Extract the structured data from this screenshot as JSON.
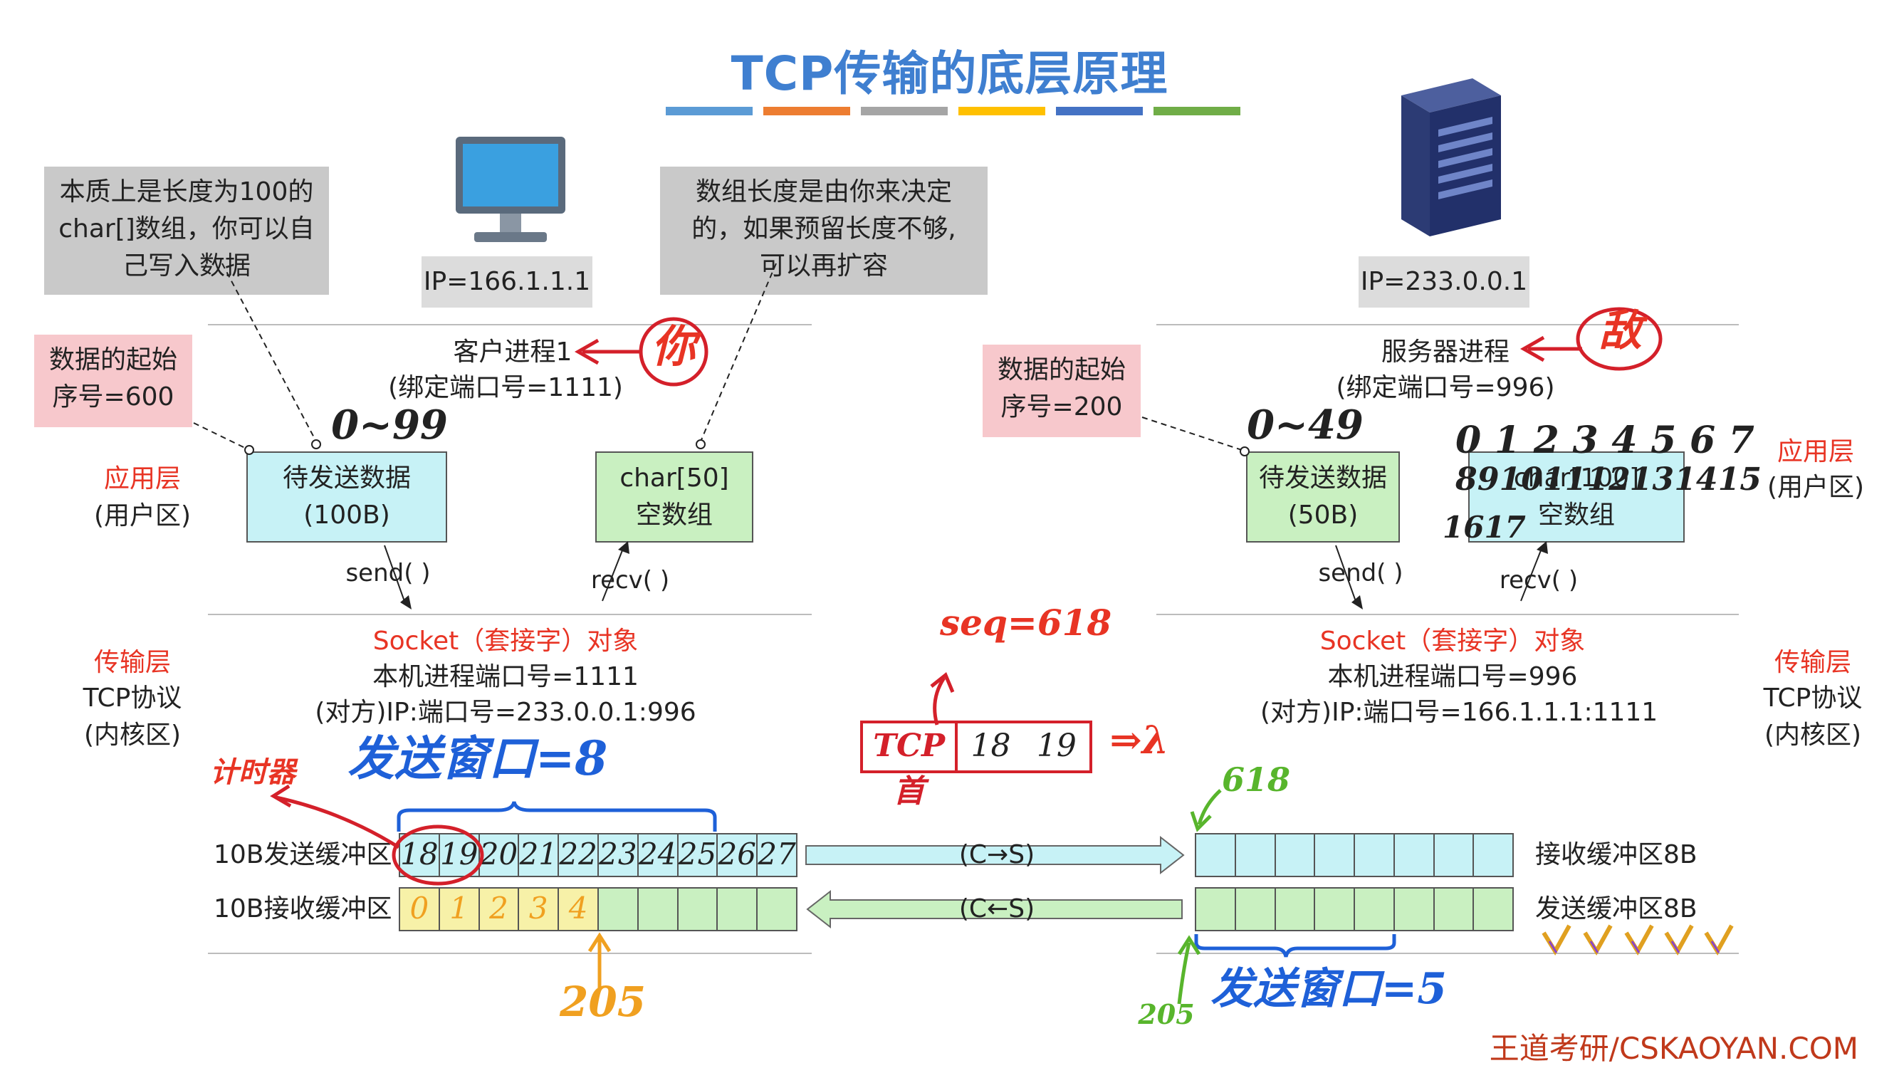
{
  "title": "TCP传输的底层原理",
  "title_bar_colors": [
    "#5b9bd5",
    "#ed7d31",
    "#a5a5a5",
    "#ffc000",
    "#4472c4",
    "#70ad47"
  ],
  "client": {
    "note_left": [
      "本质上是长度为100的",
      "char[]数组，你可以自",
      "己写入数据"
    ],
    "note_right": [
      "数组长度是由你来决定",
      "的，如果预留长度不够,",
      "可以再扩容"
    ],
    "computer_icon": "monitor-icon",
    "ip": "IP=166.1.1.1",
    "process": "客户进程1",
    "port_bind": "(绑定端口号=1111)",
    "start_seq": [
      "数据的起始",
      "序号=600"
    ],
    "app_layer": "应用层",
    "user_area": "(用户区)",
    "send_data": [
      "待发送数据",
      "(100B)"
    ],
    "range_label": "0~99",
    "recv_array": [
      "char[50]",
      "空数组"
    ],
    "send_call": "send( )",
    "recv_call": "recv( )",
    "transport_layer": "传输层",
    "tcp_protocol": "TCP协议",
    "kernel_area": "(内核区)",
    "socket_title": "Socket（套接字）对象",
    "local_port": "本机进程端口号=1111",
    "peer": "(对方)IP:端口号=233.0.0.1:996",
    "send_buffer_label": "10B发送缓冲区",
    "send_buffer_cells": [
      "18",
      "19",
      "20",
      "21",
      "22",
      "23",
      "24",
      "25",
      "26",
      "27"
    ],
    "recv_buffer_label": "10B接收缓冲区",
    "recv_buffer_cells": [
      "0",
      "1",
      "2",
      "3",
      "4",
      "",
      "",
      "",
      "",
      ""
    ],
    "timer_label": "计时器",
    "send_window": "发送窗口=8",
    "recv_marker": "205"
  },
  "server": {
    "server_icon": "server-icon",
    "ip": "IP=233.0.0.1",
    "process": "服务器进程",
    "port_bind": "(绑定端口号=996)",
    "start_seq": [
      "数据的起始",
      "序号=200"
    ],
    "send_data": [
      "待发送数据",
      "(50B)"
    ],
    "range_label": "0~49",
    "recv_array": [
      "char[100]",
      "空数组"
    ],
    "send_call": "send( )",
    "recv_call": "recv( )",
    "app_layer": "应用层",
    "user_area": "(用户区)",
    "transport_layer": "传输层",
    "tcp_protocol": "TCP协议",
    "kernel_area": "(内核区)",
    "socket_title": "Socket（套接字）对象",
    "local_port": "本机进程端口号=996",
    "peer": "(对方)IP:端口号=166.1.1.1:1111",
    "recv_buffer_label": "接收缓冲区8B",
    "send_buffer_label": "发送缓冲区8B",
    "recv_marker": "618",
    "send_marker": "205",
    "send_window": "发送窗口=5",
    "array_numbers_row1": [
      "0",
      "1",
      "2",
      "3",
      "4",
      "5",
      "6",
      "7"
    ],
    "array_numbers_row2": [
      "8",
      "9",
      "10",
      "11",
      "12",
      "13",
      "14",
      "15"
    ],
    "array_numbers_row3": [
      "16",
      "17"
    ]
  },
  "annotations": {
    "you": "你",
    "server_hand": "敌",
    "seq": "seq=618",
    "tcp_header": "TCP首",
    "packet_cells": [
      "18",
      "19"
    ],
    "packet_arrow": "⇒λ",
    "c_to_s": "(C→S)",
    "s_to_c": "(C←S)"
  },
  "footer": "王道考研/CSKAOYAN.COM"
}
